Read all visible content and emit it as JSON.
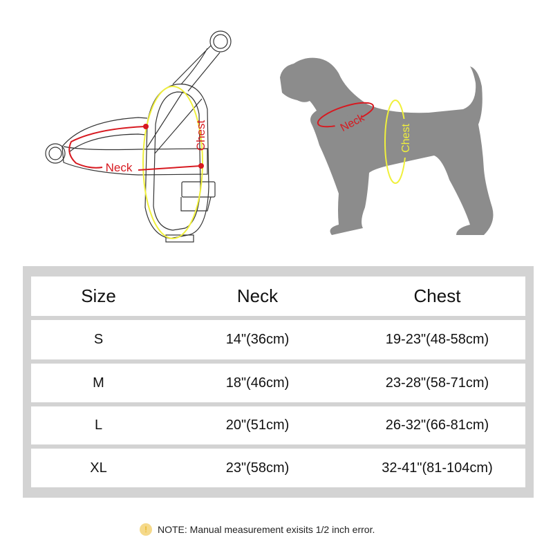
{
  "illustrations": {
    "harness": {
      "neck_label": "Neck",
      "chest_label": "Chest"
    },
    "dog": {
      "neck_label": "Neck",
      "chest_label": "Chest"
    },
    "colors": {
      "neck": "#d71920",
      "chest": "#f0f03c",
      "dog_silhouette": "#8c8c8c",
      "outline": "#333333"
    }
  },
  "size_table": {
    "headers": [
      "Size",
      "Neck",
      "Chest"
    ],
    "rows": [
      {
        "size": "S",
        "neck": "14\"(36cm)",
        "chest": "19-23\"(48-58cm)"
      },
      {
        "size": "M",
        "neck": "18\"(46cm)",
        "chest": "23-28\"(58-71cm)"
      },
      {
        "size": "L",
        "neck": "20\"(51cm)",
        "chest": "26-32\"(66-81cm)"
      },
      {
        "size": "XL",
        "neck": "23\"(58cm)",
        "chest": "32-41\"(81-104cm)"
      }
    ],
    "colors": {
      "panel_bg": "#d3d3d3",
      "row_bg": "#ffffff"
    }
  },
  "note": {
    "icon": "exclamation-icon",
    "icon_glyph": "!",
    "text": "NOTE: Manual measurement exisits 1/2 inch error."
  }
}
